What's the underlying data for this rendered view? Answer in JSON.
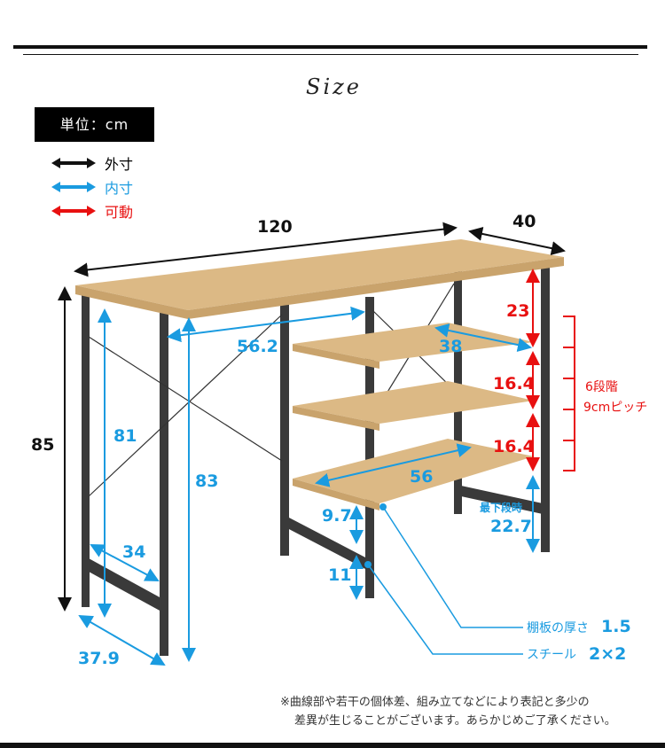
{
  "header": {
    "title": "Size",
    "unit_label": "単位：cm"
  },
  "legend": [
    {
      "label": "外寸",
      "color": "#111111"
    },
    {
      "label": "内寸",
      "color": "#1a9be0"
    },
    {
      "label": "可動",
      "color": "#e81010"
    }
  ],
  "dimensions": {
    "width": "120",
    "depth": "40",
    "height": "85",
    "inner_width": "56.2",
    "inner_height_left": "81",
    "inner_height_front": "83",
    "leg_depth_inner": "34",
    "leg_depth_outer": "37.9",
    "shelf_depth": "38",
    "shelf_width": "56",
    "gap_top": "23",
    "gap_mid1": "16.4",
    "gap_mid2": "16.4",
    "bottom_label": "最下段時",
    "bottom_gap": "22.7",
    "gap_97": "9.7",
    "gap_11": "11"
  },
  "adjust": {
    "steps": "6段階",
    "pitch": "9cmピッチ"
  },
  "callouts": {
    "shelf_thickness_label": "棚板の厚さ",
    "shelf_thickness": "1.5",
    "steel_label": "スチール",
    "steel": "2×2"
  },
  "note": {
    "line1": "※曲線部や若干の個体差、組み立てなどにより表記と多少の",
    "line2": "差異が生じることがございます。あらかじめご了承ください。"
  },
  "colors": {
    "wood": "#dcb985",
    "frame": "#3a3a3a",
    "blue": "#1a9be0",
    "red": "#e81010"
  }
}
